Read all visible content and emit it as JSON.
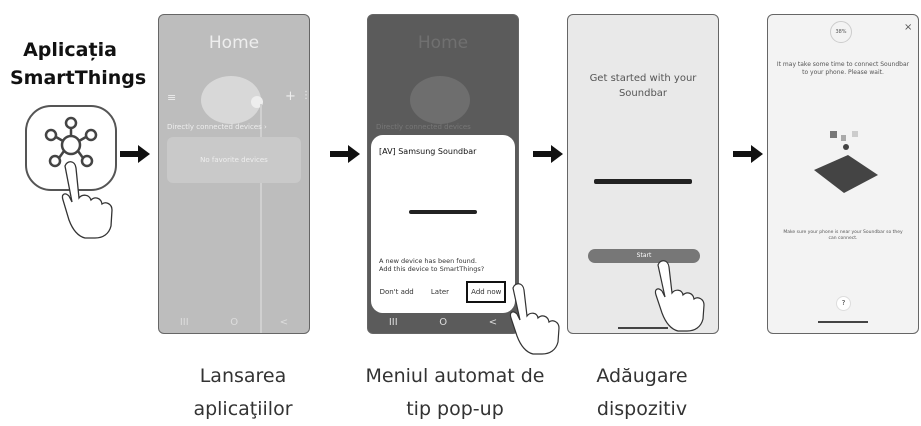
{
  "app": {
    "title_line1": "Aplicația",
    "title_line2": "SmartThings",
    "icon": "smartthings-hub-icon"
  },
  "screen1": {
    "title": "Home",
    "section": "Directly connected devices  ›",
    "empty": "No favorite devices",
    "nav": [
      "III",
      "O",
      "<"
    ]
  },
  "screen2": {
    "bg_title": "Home",
    "bg_section": "Directly connected devices",
    "dialog_title": "[AV] Samsung Soundbar",
    "dialog_text_1": "A new device has been found.",
    "dialog_text_2": "Add this device to SmartThings?",
    "btn_dont_add": "Don't add",
    "btn_later": "Later",
    "btn_add_now": "Add now",
    "nav": [
      "III",
      "O",
      "<"
    ]
  },
  "screen3": {
    "heading_1": "Get started with your",
    "heading_2": "Soundbar",
    "start": "Start"
  },
  "screen4": {
    "progress": "38%",
    "close": "×",
    "wait_text_1": "It may take some time to connect Soundbar",
    "wait_text_2": "to your phone. Please wait.",
    "bottom_text_1": "Make sure your phone is near your Soundbar so they",
    "bottom_text_2": "can connect.",
    "help": "?"
  },
  "captions": {
    "c1_line1": "Lansarea",
    "c1_line2": "aplicaţiilor",
    "c2_line1": "Meniul automat de",
    "c2_line2": "tip pop-up",
    "c3_line1": "Adăugare",
    "c3_line2": "dispozitiv"
  }
}
